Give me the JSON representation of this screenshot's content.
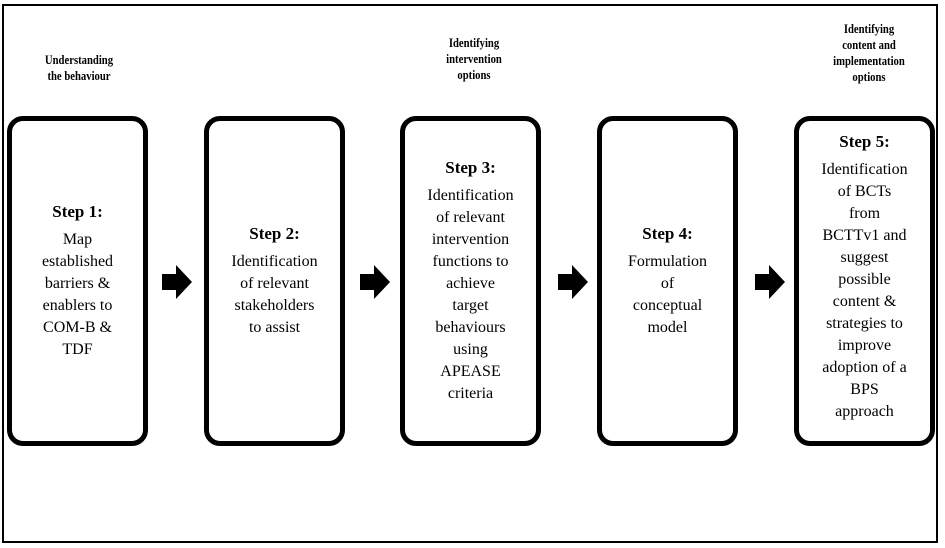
{
  "phases": [
    {
      "label": "Understanding\nthe behaviour"
    },
    {
      "label": "Identifying\nintervention\noptions"
    },
    {
      "label": "Identifying\ncontent and\nimplementation\noptions"
    }
  ],
  "steps": [
    {
      "title": "Step 1:",
      "body": "Map\nestablished\nbarriers &\nenablers to\nCOM-B &\nTDF"
    },
    {
      "title": "Step 2:",
      "body": "Identification\nof relevant\nstakeholders\nto assist"
    },
    {
      "title": "Step 3:",
      "body": "Identification\nof relevant\nintervention\nfunctions to\nachieve\ntarget\nbehaviours\nusing\nAPEASE\ncriteria"
    },
    {
      "title": "Step 4:",
      "body": "Formulation\nof\nconceptual\nmodel"
    },
    {
      "title": "Step 5:",
      "body": "Identification\nof BCTs\nfrom\nBCTTv1 and\nsuggest\npossible\ncontent &\nstrategies to\nimprove\nadoption of a\nBPS\napproach"
    }
  ],
  "icons": {
    "arrow": "right-block-arrow-icon"
  }
}
